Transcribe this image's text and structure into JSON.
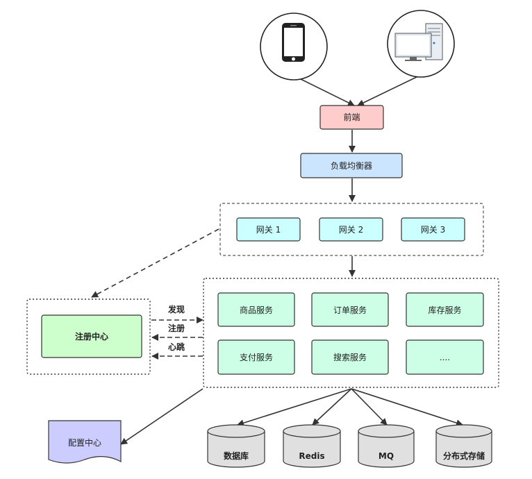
{
  "frontend": {
    "label": "前端"
  },
  "load_balancer": {
    "label": "负载均衡器"
  },
  "gateways": [
    {
      "label": "网关 1"
    },
    {
      "label": "网关 2"
    },
    {
      "label": "网关 3"
    }
  ],
  "services": [
    {
      "label": "商品服务"
    },
    {
      "label": "订单服务"
    },
    {
      "label": "库存服务"
    },
    {
      "label": "支付服务"
    },
    {
      "label": "搜索服务"
    },
    {
      "label": "...."
    }
  ],
  "registry": {
    "label": "注册中心",
    "arrows": {
      "discover": "发现",
      "register": "注册",
      "heartbeat": "心跳"
    }
  },
  "config_center": {
    "label": "配置中心"
  },
  "storage": [
    {
      "label": "数据库"
    },
    {
      "label": "Redis"
    },
    {
      "label": "MQ"
    },
    {
      "label": "分布式存储"
    }
  ],
  "colors": {
    "frontend": "#ffcccc",
    "load_balancer": "#cce5ff",
    "gateway": "#ccffff",
    "service": "#ccffe6",
    "registry": "#ccffcc",
    "config": "#ccccff",
    "storage": "#e0e0e0"
  }
}
